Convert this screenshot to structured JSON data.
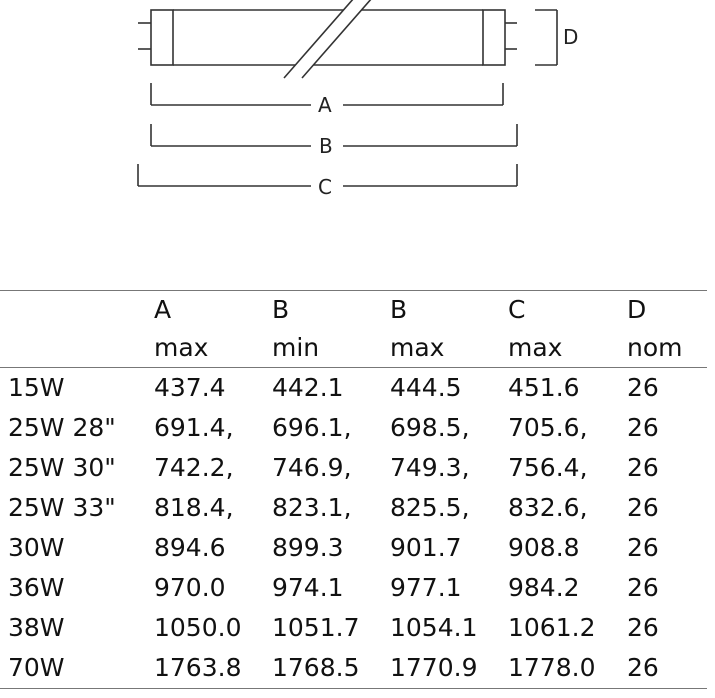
{
  "diagram": {
    "labels": {
      "a": "A",
      "b": "B",
      "c": "C",
      "d": "D"
    }
  },
  "table": {
    "header_top": [
      "",
      "A",
      "B",
      "B",
      "C",
      "D"
    ],
    "header_bottom": [
      "",
      "max",
      "min",
      "max",
      "max",
      "nom"
    ],
    "rows": [
      [
        "15W",
        "437.4",
        "442.1",
        "444.5",
        "451.6",
        "26"
      ],
      [
        "25W 28\"",
        "691.4,",
        "696.1,",
        "698.5,",
        "705.6,",
        "26"
      ],
      [
        "25W 30\"",
        "742.2,",
        "746.9,",
        "749.3,",
        "756.4,",
        "26"
      ],
      [
        "25W 33\"",
        "818.4,",
        "823.1,",
        "825.5,",
        "832.6,",
        "26"
      ],
      [
        "30W",
        "894.6",
        "899.3",
        "901.7",
        "908.8",
        "26"
      ],
      [
        "36W",
        "970.0",
        "974.1",
        "977.1",
        "984.2",
        "26"
      ],
      [
        "38W",
        "1050.0",
        "1051.7",
        "1054.1",
        "1061.2",
        "26"
      ],
      [
        "70W",
        "1763.8",
        "1768.5",
        "1770.9",
        "1778.0",
        "26"
      ]
    ]
  }
}
